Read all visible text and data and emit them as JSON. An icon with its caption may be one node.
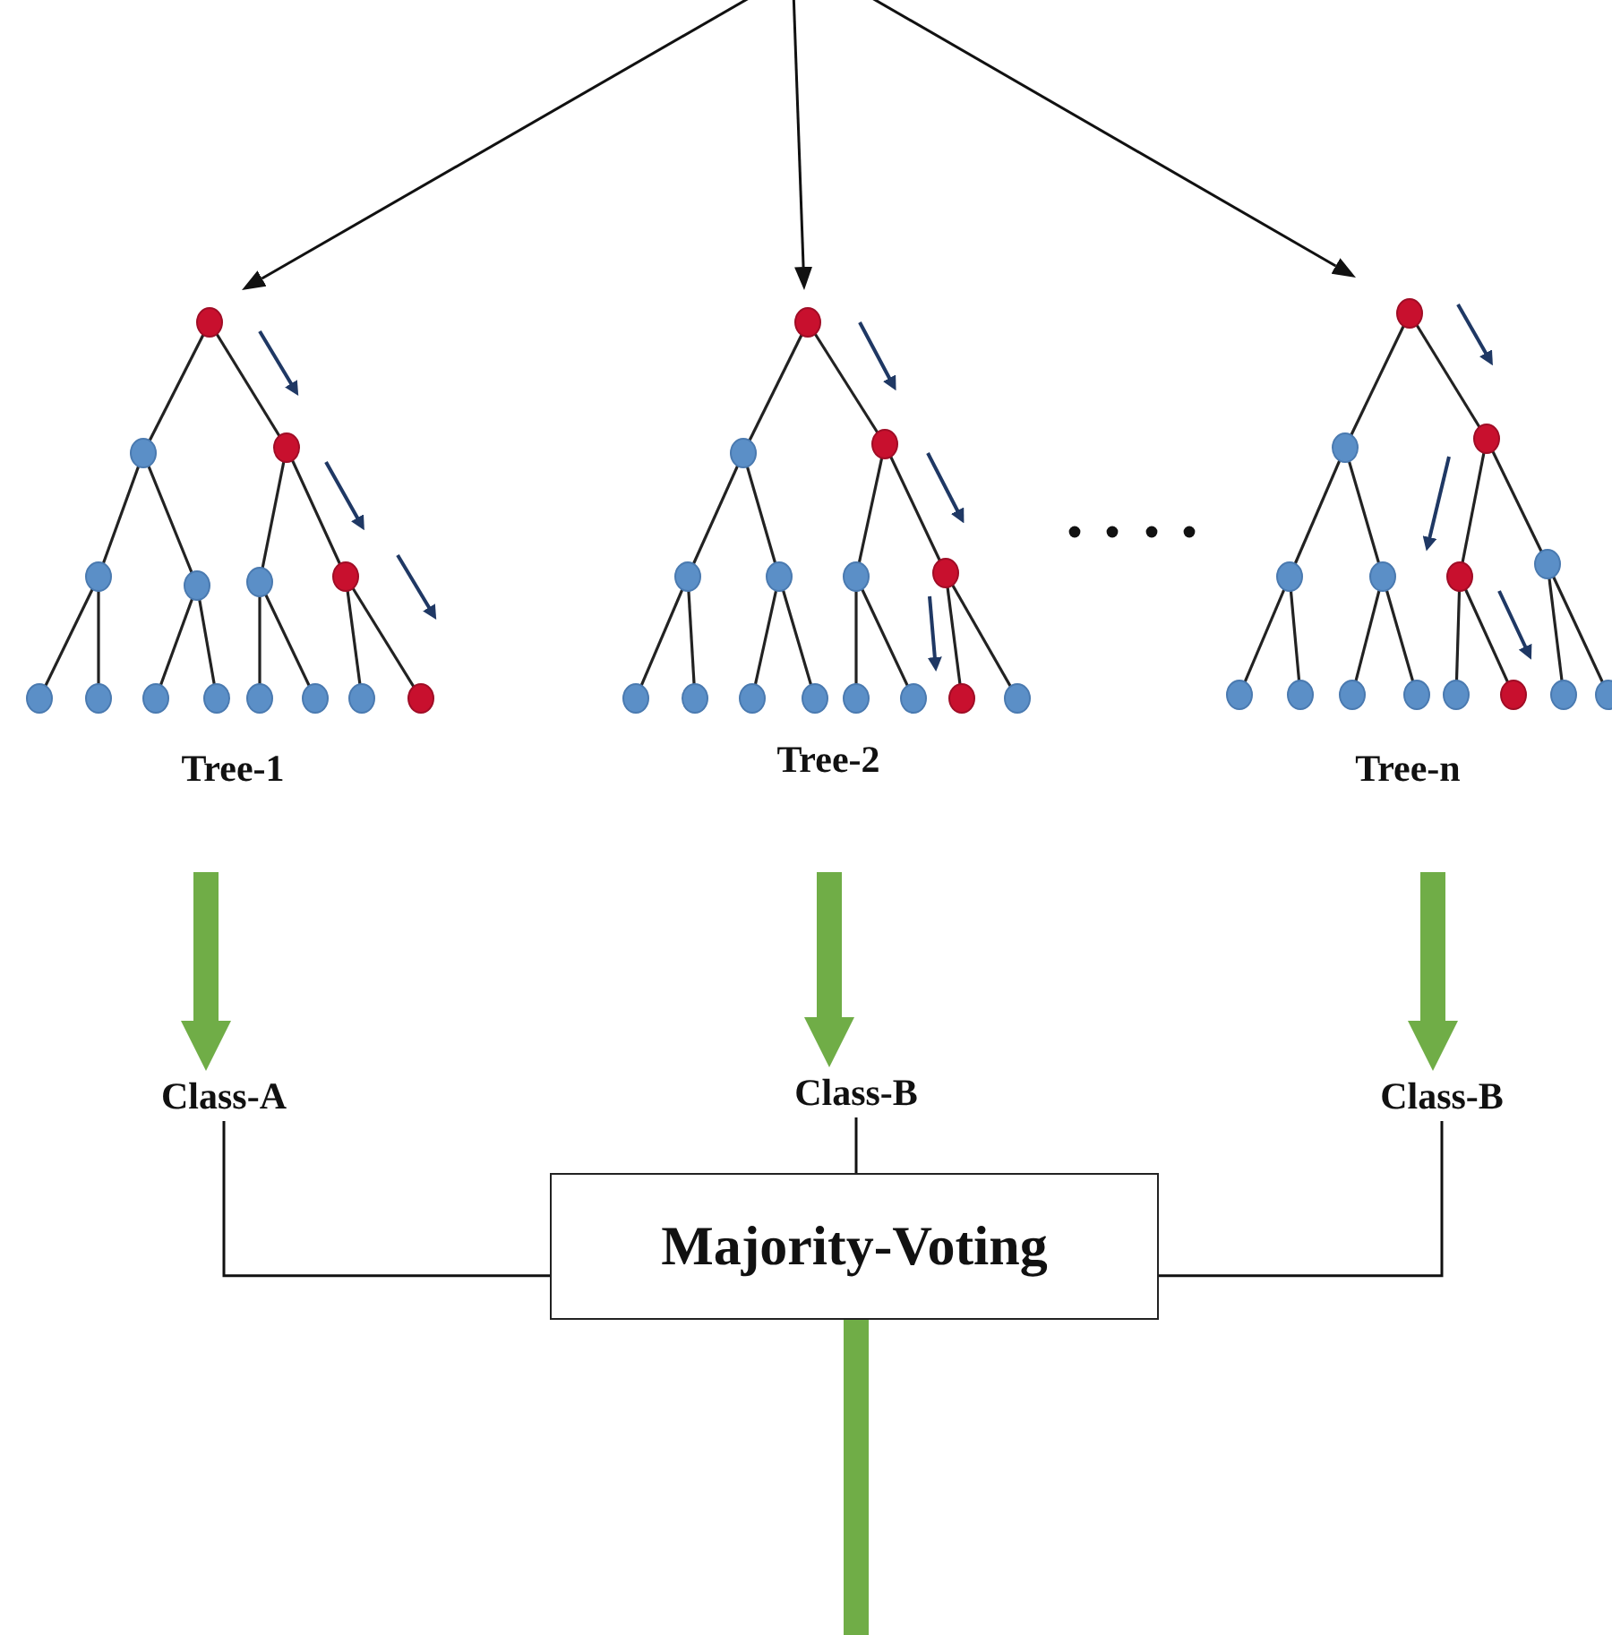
{
  "diagram": {
    "nodes": [
      {
        "text": [],
        "shape": "tree",
        "beside": [
          "Tree-1"
        ]
      },
      {
        "text": [],
        "shape": "tree",
        "beside": [
          "Tree-2"
        ]
      },
      {
        "text": [],
        "shape": "tree",
        "beside": [
          "Tree-n"
        ]
      },
      {
        "text": [
          "Class-A"
        ]
      },
      {
        "text": [
          "Class-B"
        ]
      },
      {
        "text": [
          "Class-B"
        ]
      },
      {
        "text": [
          "Majority-Voting"
        ]
      }
    ],
    "edges": [
      {
        "from": null,
        "to": 0,
        "arrow": "to"
      },
      {
        "from": null,
        "to": 1,
        "arrow": "to"
      },
      {
        "from": null,
        "to": 2,
        "arrow": "to"
      },
      {
        "from": 0,
        "to": 3,
        "arrow": "to",
        "style": "thick",
        "color": "#70ad47"
      },
      {
        "from": 1,
        "to": 4,
        "arrow": "to",
        "style": "thick",
        "color": "#70ad47"
      },
      {
        "from": 2,
        "to": 5,
        "arrow": "to",
        "style": "thick",
        "color": "#70ad47"
      },
      {
        "from": 3,
        "to": 6,
        "arrow": "none"
      },
      {
        "from": 4,
        "to": 6,
        "arrow": "none"
      },
      {
        "from": 5,
        "to": 6,
        "arrow": "none"
      },
      {
        "from": 6,
        "to": null,
        "arrow": "to",
        "style": "thick",
        "color": "#70ad47"
      }
    ]
  }
}
